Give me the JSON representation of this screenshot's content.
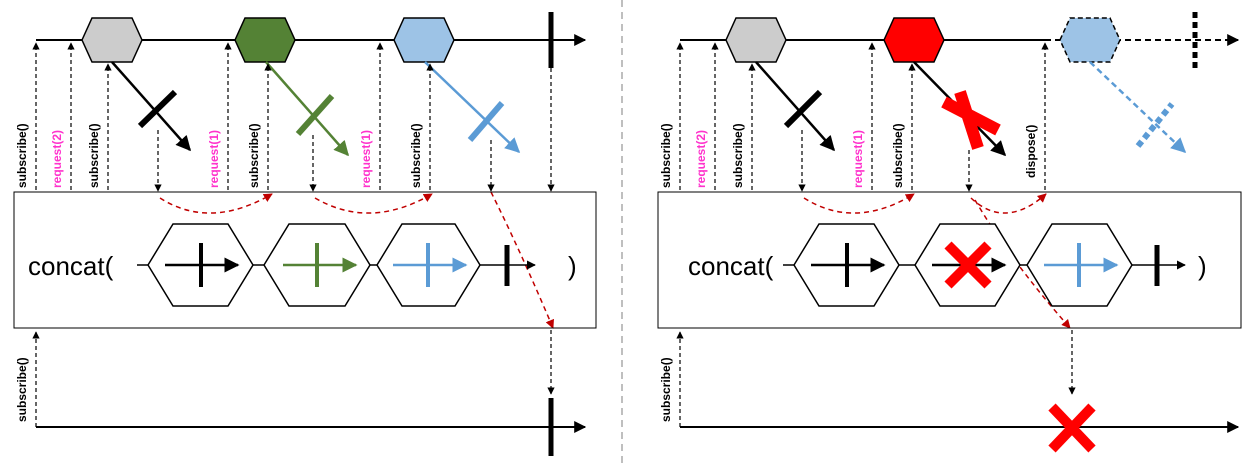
{
  "colors": {
    "gray_item": "#cccccc",
    "green_item": "#548235",
    "blue_item": "#9dc3e6",
    "red_item": "#ff0000",
    "request_label": "#ff33cc",
    "red_dashed_arrow": "#c00000",
    "divider": "#bfbfbf"
  },
  "left": {
    "labels": {
      "subscribe_1": "subscribe()",
      "request_2": "request(2)",
      "subscribe_2": "subscribe()",
      "request_1a": "request(1)",
      "subscribe_3": "subscribe()",
      "request_1b": "request(1)",
      "subscribe_4": "subscribe()",
      "subscribe_output": "subscribe()"
    },
    "concat_label": "concat(",
    "close_paren": ")"
  },
  "right": {
    "labels": {
      "subscribe_1": "subscribe()",
      "request_2": "request(2)",
      "subscribe_2": "subscribe()",
      "request_1": "request(1)",
      "subscribe_3": "subscribe()",
      "dispose": "dispose()",
      "subscribe_output": "subscribe()"
    },
    "concat_label": "concat(",
    "close_paren": ")"
  },
  "icons": [
    "hexagon-icon",
    "x-mark-icon",
    "error-cross-icon",
    "completion-bar-icon",
    "arrow-icon"
  ]
}
